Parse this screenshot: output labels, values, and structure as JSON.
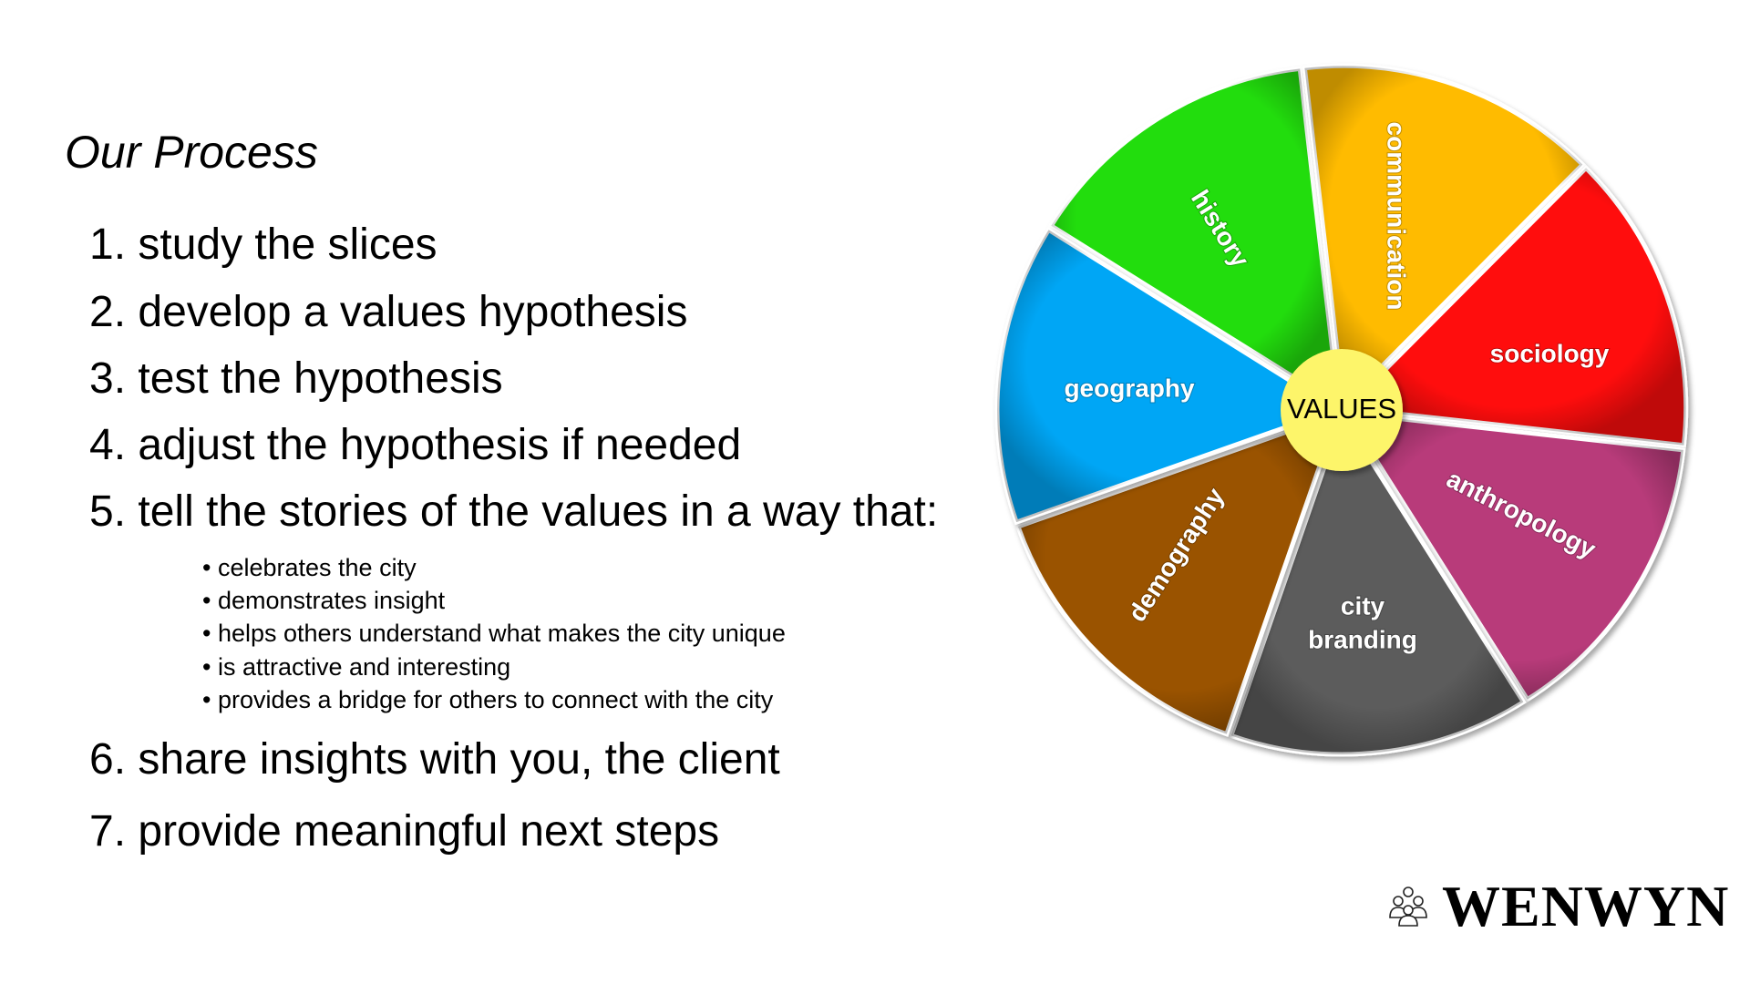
{
  "title": "Our Process",
  "steps": [
    "1. study the slices",
    "2. develop a values hypothesis",
    "3. test the hypothesis",
    "4. adjust the hypothesis if needed",
    "5. tell the stories of the values in a way that:",
    "6. share insights with you, the client",
    "7. provide meaningful next steps"
  ],
  "bullets": [
    "celebrates the city",
    "demonstrates insight",
    "helps others understand what makes the city unique",
    "is attractive and interesting",
    "provides a bridge for others to connect with the city"
  ],
  "wheel": {
    "center": "VALUES",
    "center_color": "#fdf56a",
    "slices": [
      {
        "label": "history",
        "color": "#22dd11"
      },
      {
        "label": "communication",
        "color": "#ffbb00"
      },
      {
        "label": "sociology",
        "color": "#ff0a0a"
      },
      {
        "label": "anthropology",
        "color": "#b83a7a"
      },
      {
        "label_line1": "city",
        "label_line2": "branding",
        "color": "#5c5c5c"
      },
      {
        "label": "demography",
        "color": "#9a5300"
      },
      {
        "label": "geography",
        "color": "#00a6f5"
      }
    ]
  },
  "logo": {
    "text": "WENWYN",
    "icon": "people-group-icon"
  }
}
